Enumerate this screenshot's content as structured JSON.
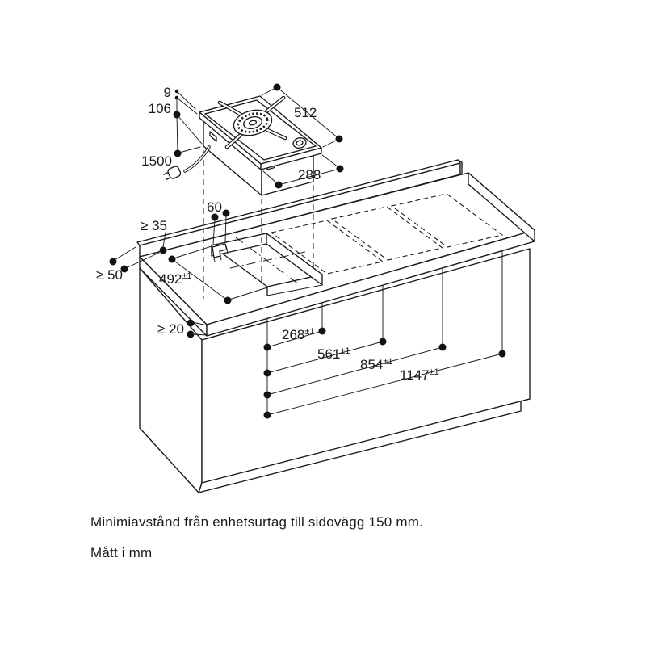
{
  "page": {
    "background": "#ffffff",
    "line_color": "#1a1a1a"
  },
  "unit_dims": {
    "frame_height": "9",
    "build_in_depth": "106",
    "cable_length": "1500",
    "depth": "512",
    "width": "288"
  },
  "clearances": {
    "rear": "≥ 35",
    "side": "≥ 50",
    "worktop_thickness": "≥ 20",
    "connection_offset": "60"
  },
  "cutout": {
    "depth": "492",
    "tolerance": "±1"
  },
  "spacing": [
    {
      "value": "268",
      "tolerance": "±1"
    },
    {
      "value": "561",
      "tolerance": "±1"
    },
    {
      "value": "854",
      "tolerance": "±1"
    },
    {
      "value": "1147",
      "tolerance": "±1"
    }
  ],
  "captions": {
    "note": "Minimiavstånd från enhetsurtag till sidovägg 150 mm.",
    "units": "Mått i mm"
  }
}
